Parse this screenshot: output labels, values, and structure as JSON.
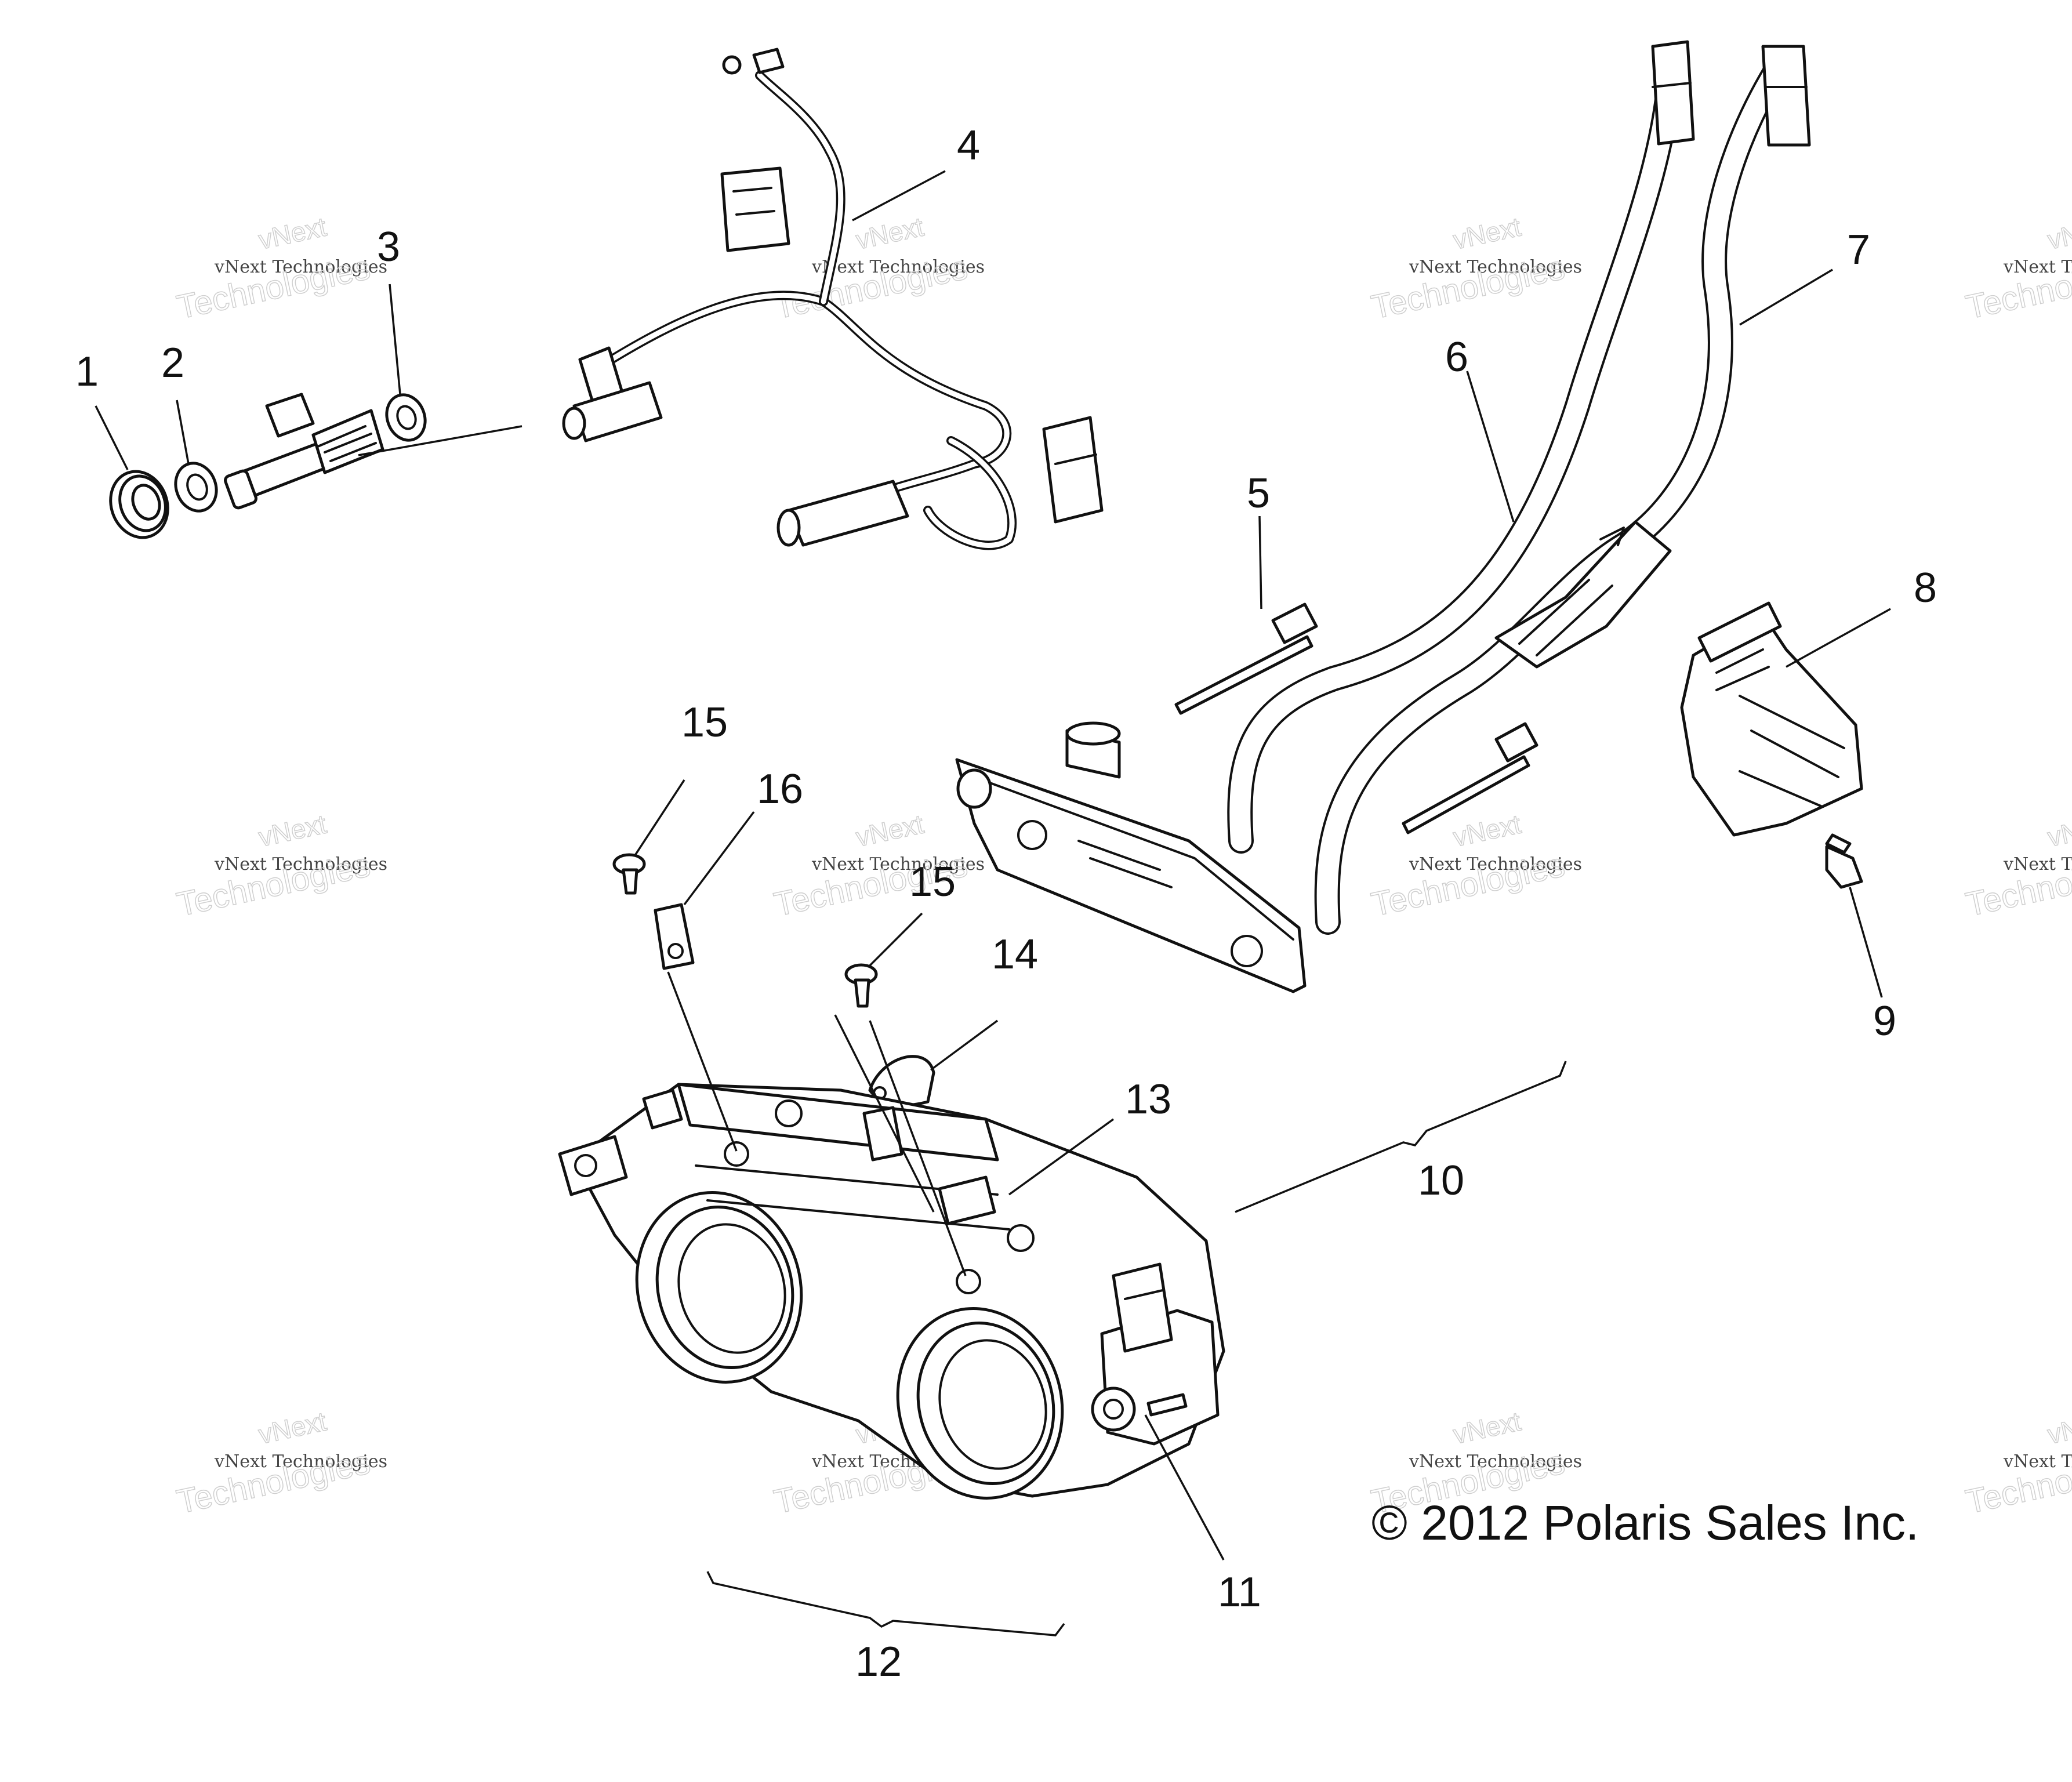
{
  "callouts": {
    "c1": "1",
    "c2": "2",
    "c3": "3",
    "c4": "4",
    "c5": "5",
    "c6": "6",
    "c7": "7",
    "c8": "8",
    "c9": "9",
    "c10": "10",
    "c11": "11",
    "c12": "12",
    "c13": "13",
    "c14": "14",
    "c15a": "15",
    "c15b": "15",
    "c16": "16"
  },
  "copyright": "© 2012 Polaris Sales Inc.",
  "watermark": {
    "line1": "vNext",
    "line2": "vNext Technologies",
    "line3": "Technologies"
  },
  "colors": {
    "line": "#111111",
    "background": "#ffffff",
    "watermark": "#cfcfcf"
  }
}
